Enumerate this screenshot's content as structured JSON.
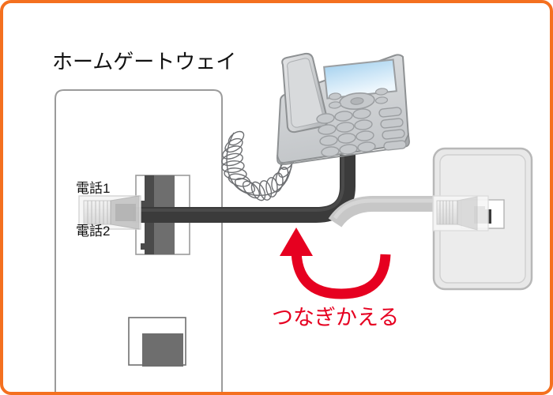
{
  "diagram": {
    "title": "ホームゲートウェイ",
    "frame_color": "#f4701f",
    "background_color": "#ffffff"
  },
  "gateway": {
    "device_label": "ホームゲートウェイ",
    "ports": [
      {
        "label": "電話1",
        "name": "telephone-port-1",
        "occupied": true
      },
      {
        "label": "電話2",
        "name": "telephone-port-2",
        "occupied": false
      }
    ],
    "body_color": "#ffffff",
    "outline_color": "#9b9b9b",
    "port_color": "#6e6e6e"
  },
  "telephone": {
    "name": "corded-telephone",
    "body_color": "#cfd1d3",
    "screen_color": "#bcdcf2",
    "key_rows": 4,
    "key_columns": 3,
    "side_buttons": 4,
    "has_handset": true,
    "has_coiled_cord": true
  },
  "wall_jack": {
    "name": "wall-telephone-jack",
    "plate_color": "#e8e8e8",
    "socket_color": "#3a3a3a",
    "outline_color": "#b0b0b0"
  },
  "cables": {
    "phone_cable": {
      "name": "dark-phone-cable",
      "color": "#3b3b3b",
      "from": "電話1",
      "to": "telephone"
    },
    "wall_cable": {
      "name": "gray-wall-cable",
      "color": "#c7c7c7",
      "to": "wall-telephone-jack"
    }
  },
  "annotation": {
    "arrow_name": "reconnect-arrow",
    "arrow_color": "#e60020",
    "text": "つなぎかえる",
    "text_color": "#e60020"
  },
  "connectors": {
    "gateway_plug": "rj11-plug-gateway",
    "wall_plug": "rj11-plug-wall"
  }
}
